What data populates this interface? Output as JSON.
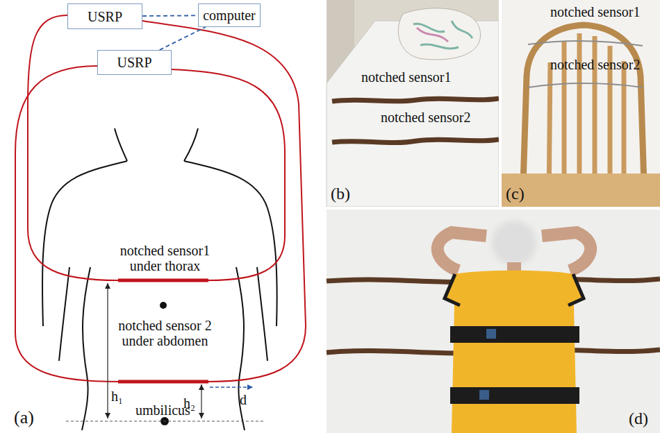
{
  "diagram": {
    "nodes": [
      {
        "text": [
          "USRP"
        ]
      },
      {
        "text": [
          "computer"
        ]
      },
      {
        "text": [
          "USRP"
        ]
      }
    ],
    "edges": [
      {
        "from": 0,
        "to": 1,
        "arrow": "none"
      },
      {
        "from": 2,
        "to": 1,
        "arrow": "none"
      }
    ],
    "labels": [
      "notched sensor1 under thorax",
      "notched sensor 2 under abdomen",
      "h₁",
      "h₂",
      "umbilicus",
      "d",
      "(a)",
      "notched sensor1",
      "notched sensor2",
      "(b)",
      "notched sensor1",
      "notched sensor2",
      "(c)",
      "(d)"
    ]
  }
}
